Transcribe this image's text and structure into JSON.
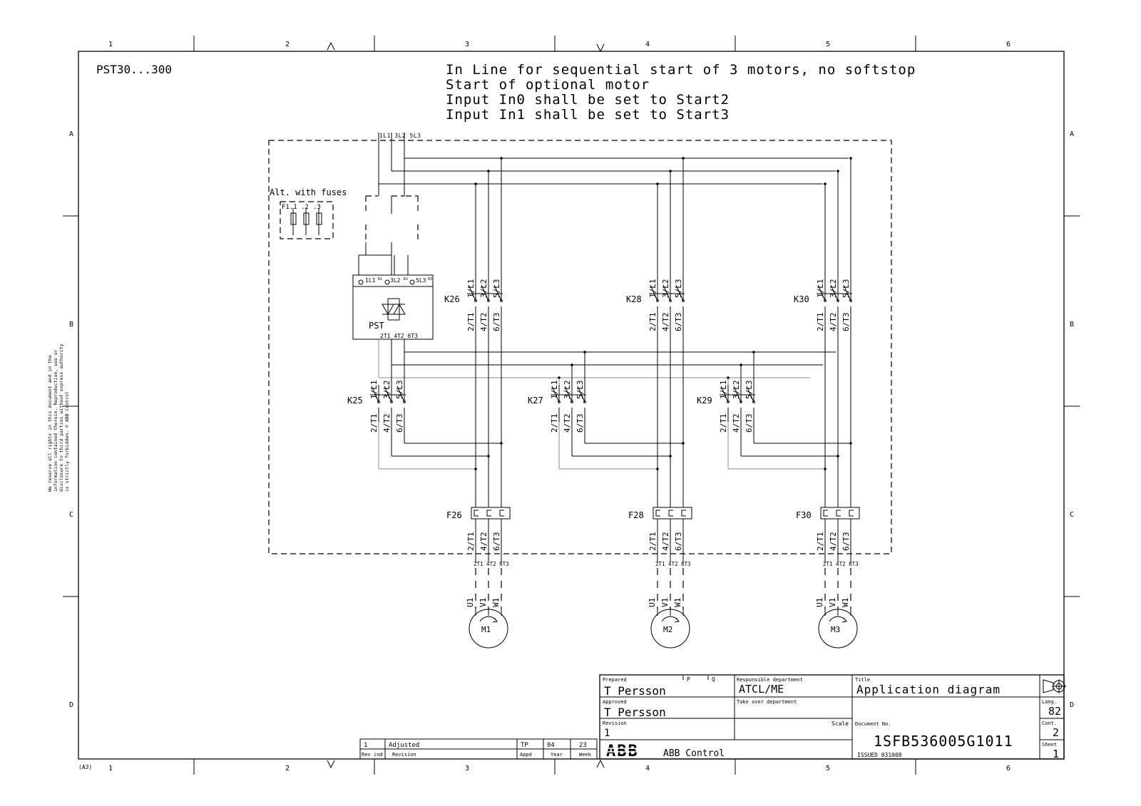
{
  "sheet": {
    "column_labels": [
      "1",
      "2",
      "3",
      "4",
      "5",
      "6"
    ],
    "row_labels": [
      "A",
      "B",
      "C",
      "D"
    ],
    "format_label": "(A3)",
    "product": "PST30...300",
    "side_note": [
      "We reserve all rights in this document and in the",
      "information contained therein. Reproduction, use or",
      "disclosure to third parties without express authority",
      "is strictly forbidden. © ABB Control"
    ],
    "notes": [
      "In Line for sequential start of 3 motors, no softstop",
      "Start of optional motor",
      "Input In0 shall be set to Start2",
      "Input In1 shall be set to Start3"
    ]
  },
  "diagram": {
    "supply_terminals": "1L1 3L2 5L3",
    "fuse_box_label": "Alt. with fuses",
    "fuse_labels": [
      "F1.1",
      ".2",
      ".3"
    ],
    "softstarter": {
      "label": "PST",
      "inputs": [
        "1L1",
        "3L2",
        "5L3"
      ],
      "outputs": "2T1 4T2 6T3",
      "aux_marks": [
        "R1",
        "R2",
        "R3"
      ]
    },
    "run_contactors": [
      "K26",
      "K28",
      "K30"
    ],
    "start_contactors": [
      "K25",
      "K27",
      "K29"
    ],
    "overloads": [
      "F26",
      "F28",
      "F30"
    ],
    "contactor_top_terminals": [
      "1/L1",
      "3/L2",
      "5/L3"
    ],
    "contactor_bottom_terminals": [
      "2/T1",
      "4/T2",
      "6/T3"
    ],
    "overload_terminals": [
      "2/T1",
      "4/T2",
      "6/T3"
    ],
    "motor_terminal_row": "2T1 4T2 6T3",
    "motor_terminals": [
      "U1",
      "V1",
      "W1"
    ],
    "motors": [
      "M1",
      "M2",
      "M3"
    ]
  },
  "title_block": {
    "prepared_label": "Prepared",
    "prepared": "T Persson",
    "p_mark": "P",
    "q_mark": "Q",
    "approved_label": "Approved",
    "approved": "T Persson",
    "revision_label": "Revision",
    "revision": "1",
    "responsible_label": "Responsible department",
    "responsible": "ATCL/ME",
    "takeover_label": "Take over department",
    "scale_label": "Scale",
    "title_label": "Title",
    "title": "Application diagram",
    "document_label": "Document No.",
    "document_no": "1SFB536005G1011",
    "issued": "ISSUED 031008",
    "lang_label": "Lang.",
    "lang": "82",
    "cont_label": "Cont.",
    "cont": "2",
    "sheet_label": "Sheet",
    "sheet_no": "1",
    "company": "ABB Control",
    "logo": "ABB"
  },
  "revision_table": {
    "row": [
      "1",
      "Adjusted",
      "TP",
      "04",
      "23"
    ],
    "headers": [
      "Rev ind",
      "Revision",
      "Appd",
      "Year",
      "Week"
    ]
  }
}
